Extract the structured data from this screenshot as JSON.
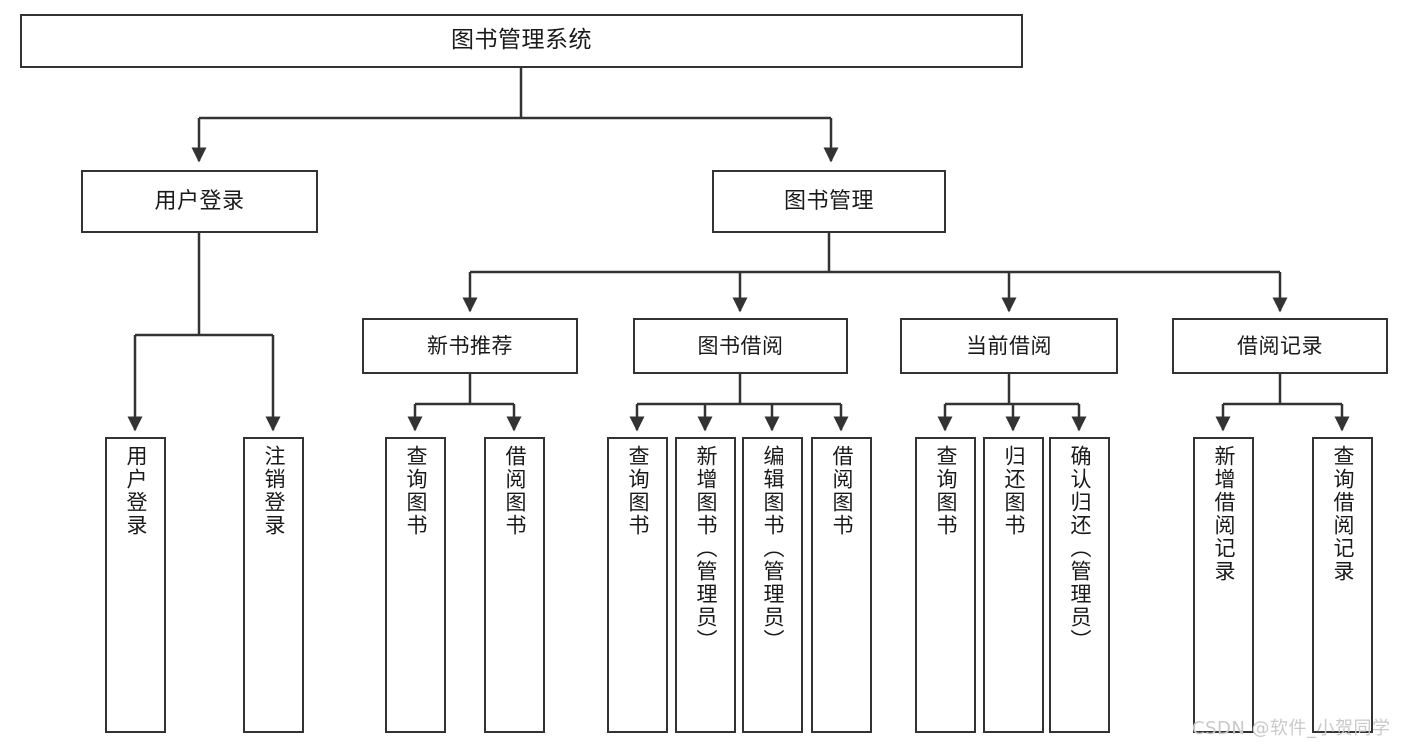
{
  "diagram": {
    "type": "tree",
    "title": "图书管理系统",
    "watermark": "CSDN @软件_小贺同学",
    "colors": {
      "node_border": "#333333",
      "node_fill": "#ffffff",
      "connector": "#333333",
      "text": "#1a1a1a",
      "watermark": "#c9c9c9"
    },
    "nodes": {
      "root": {
        "label": "图书管理系统"
      },
      "level2": [
        {
          "label": "用户登录"
        },
        {
          "label": "图书管理"
        }
      ],
      "level3": [
        {
          "label": "新书推荐"
        },
        {
          "label": "图书借阅"
        },
        {
          "label": "当前借阅"
        },
        {
          "label": "借阅记录"
        }
      ],
      "leaves_user_login": [
        {
          "label": "用户登录"
        },
        {
          "label": "注销登录"
        }
      ],
      "leaves_new_book": [
        {
          "label": "查询图书"
        },
        {
          "label": "借阅图书"
        }
      ],
      "leaves_borrow": [
        {
          "label": "查询图书"
        },
        {
          "label": "新增图书（管理员）"
        },
        {
          "label": "编辑图书（管理员）"
        },
        {
          "label": "借阅图书"
        }
      ],
      "leaves_current": [
        {
          "label": "查询图书"
        },
        {
          "label": "归还图书"
        },
        {
          "label": "确认归还（管理员）"
        }
      ],
      "leaves_records": [
        {
          "label": "新增借阅记录"
        },
        {
          "label": "查询借阅记录"
        }
      ]
    }
  }
}
